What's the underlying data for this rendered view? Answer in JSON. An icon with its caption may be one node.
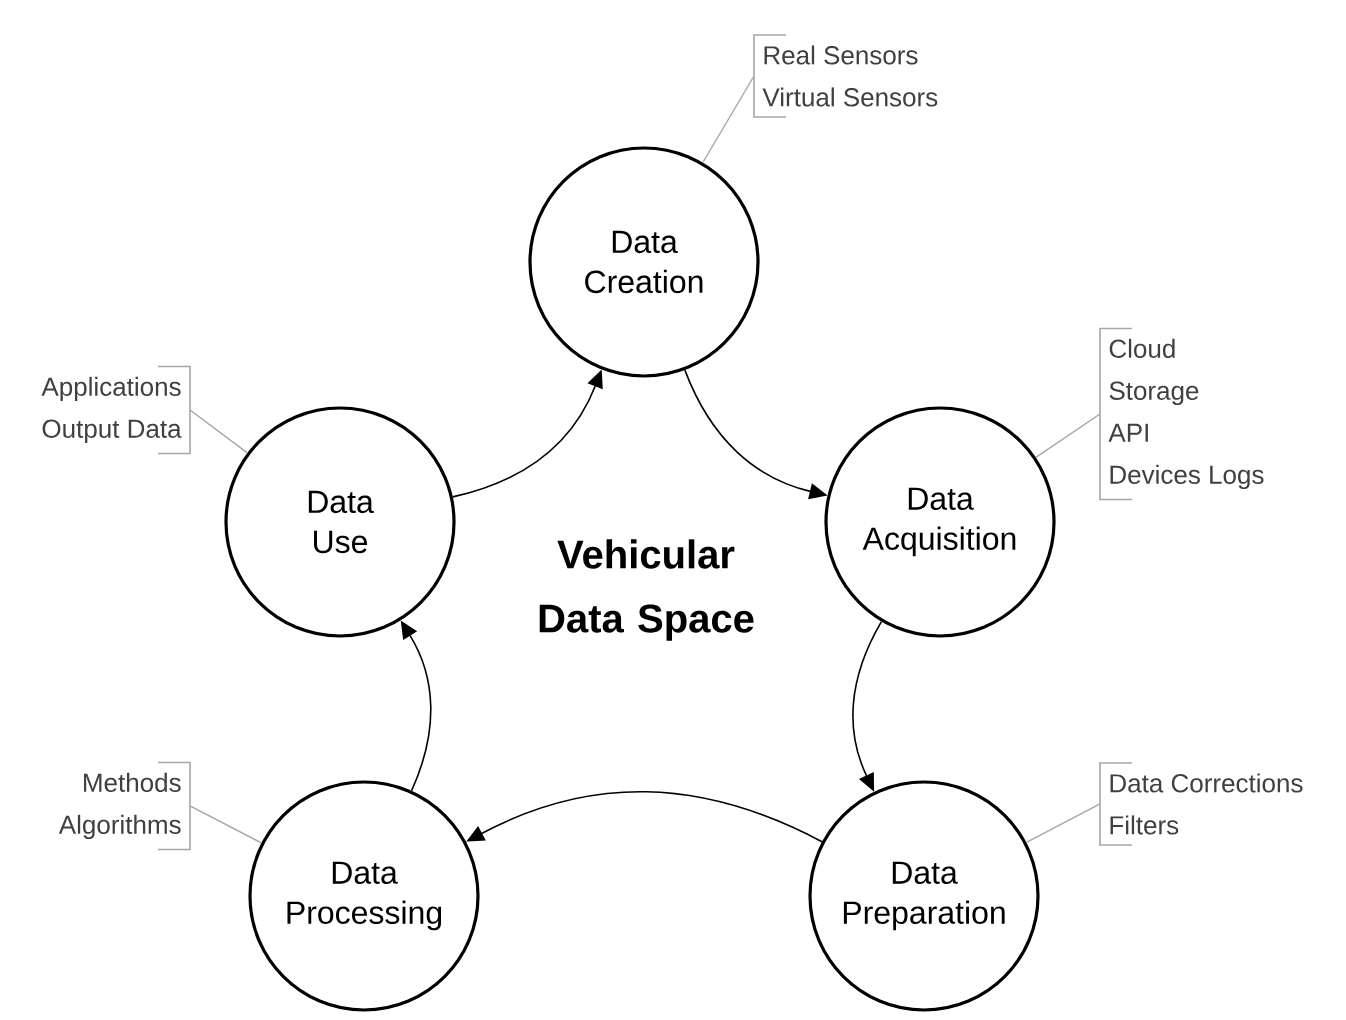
{
  "diagram": {
    "nodes": [
      {
        "text": [
          "Data Creation"
        ]
      },
      {
        "text": [
          "Data Acquisition"
        ]
      },
      {
        "text": [
          "Data Preparation"
        ]
      },
      {
        "text": [
          "Data Processing"
        ]
      },
      {
        "text": [
          "Data Use"
        ]
      },
      {
        "text": [
          "Real Sensors",
          "Virtual Sensors"
        ]
      },
      {
        "text": [
          "Cloud",
          "Storage",
          "API",
          "Devices Logs"
        ]
      },
      {
        "text": [
          "Data Corrections",
          "Filters"
        ]
      },
      {
        "text": [
          "Methods",
          "Algorithms"
        ]
      },
      {
        "text": [
          "Applications",
          "Output Data"
        ]
      }
    ],
    "edges": [
      {
        "from": 0,
        "to": 1,
        "arrow": "to"
      },
      {
        "from": 1,
        "to": 2,
        "arrow": "to"
      },
      {
        "from": 2,
        "to": 3,
        "arrow": "to"
      },
      {
        "from": 3,
        "to": 4,
        "arrow": "to"
      },
      {
        "from": 4,
        "to": 0,
        "arrow": "to"
      },
      {
        "from": 5,
        "to": 0,
        "arrow": "none",
        "color": "#a6a6a6"
      },
      {
        "from": 6,
        "to": 1,
        "arrow": "none",
        "color": "#a6a6a6"
      },
      {
        "from": 7,
        "to": 2,
        "arrow": "none",
        "color": "#a6a6a6"
      },
      {
        "from": 8,
        "to": 3,
        "arrow": "none",
        "color": "#a6a6a6"
      },
      {
        "from": 9,
        "to": 4,
        "arrow": "none",
        "color": "#a6a6a6"
      }
    ],
    "labels": [
      "Vehicular Data Space"
    ]
  }
}
